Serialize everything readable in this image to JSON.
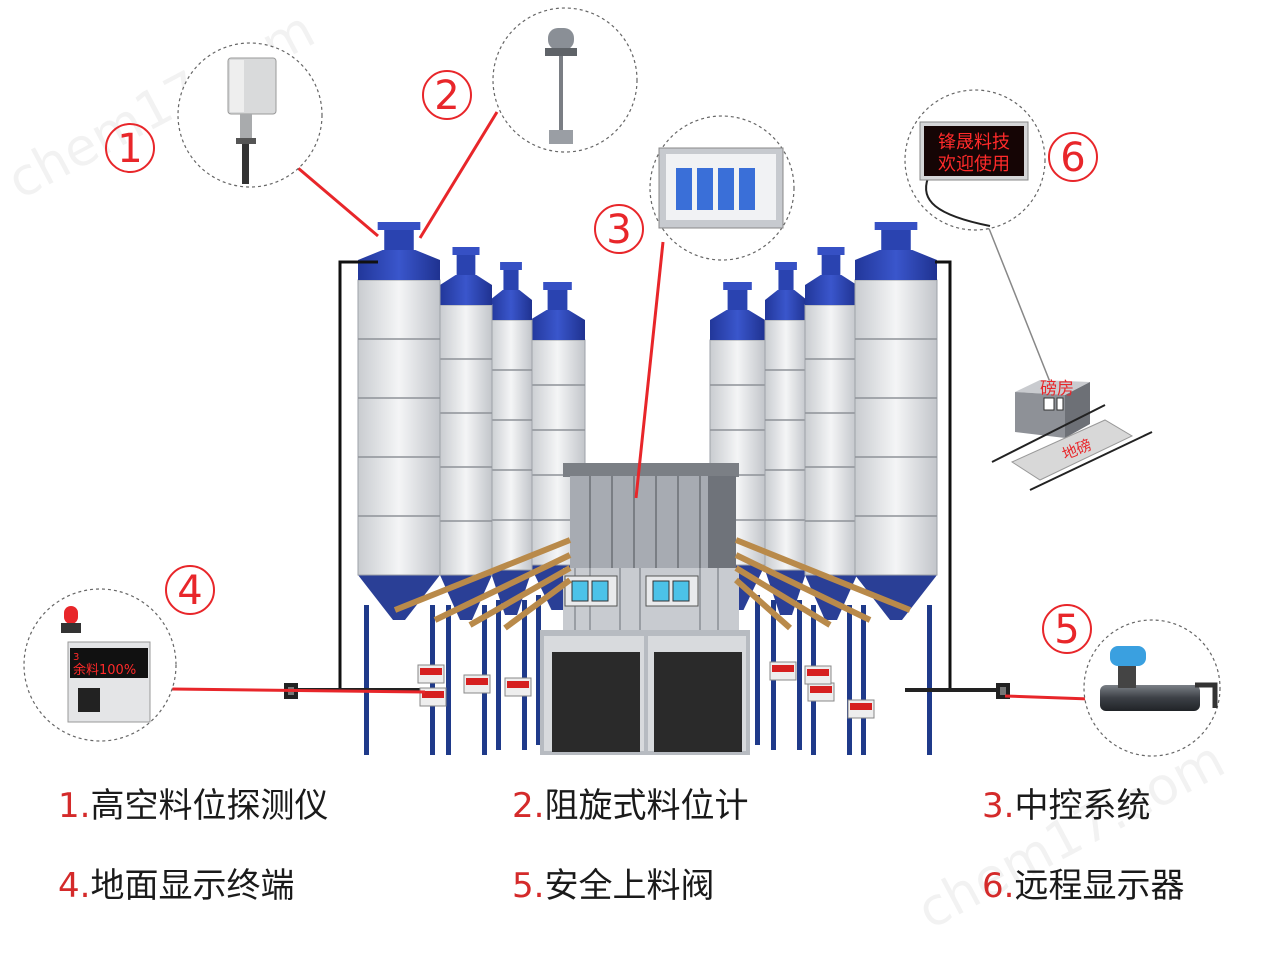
{
  "callouts": [
    {
      "num": "1"
    },
    {
      "num": "2"
    },
    {
      "num": "3"
    },
    {
      "num": "4"
    },
    {
      "num": "5"
    },
    {
      "num": "6"
    }
  ],
  "legend": [
    {
      "num": "1.",
      "text": "高空料位探测仪"
    },
    {
      "num": "2.",
      "text": "阻旋式料位计"
    },
    {
      "num": "3.",
      "text": "中控系统"
    },
    {
      "num": "4.",
      "text": "地面显示终端"
    },
    {
      "num": "5.",
      "text": "安全上料阀"
    },
    {
      "num": "6.",
      "text": "远程显示器"
    }
  ],
  "remote_display": {
    "line1": "锋晟料技",
    "line2": "欢迎使用"
  },
  "ground_terminal": {
    "prefix": "3",
    "text": "余料100%"
  },
  "weighbridge": {
    "house": "磅房",
    "scale": "地磅"
  },
  "watermark": "chem17.com",
  "colors": {
    "accent_red": "#e8262a",
    "silo_blue": "#2e47b8",
    "led_red": "#ff2a2a"
  }
}
